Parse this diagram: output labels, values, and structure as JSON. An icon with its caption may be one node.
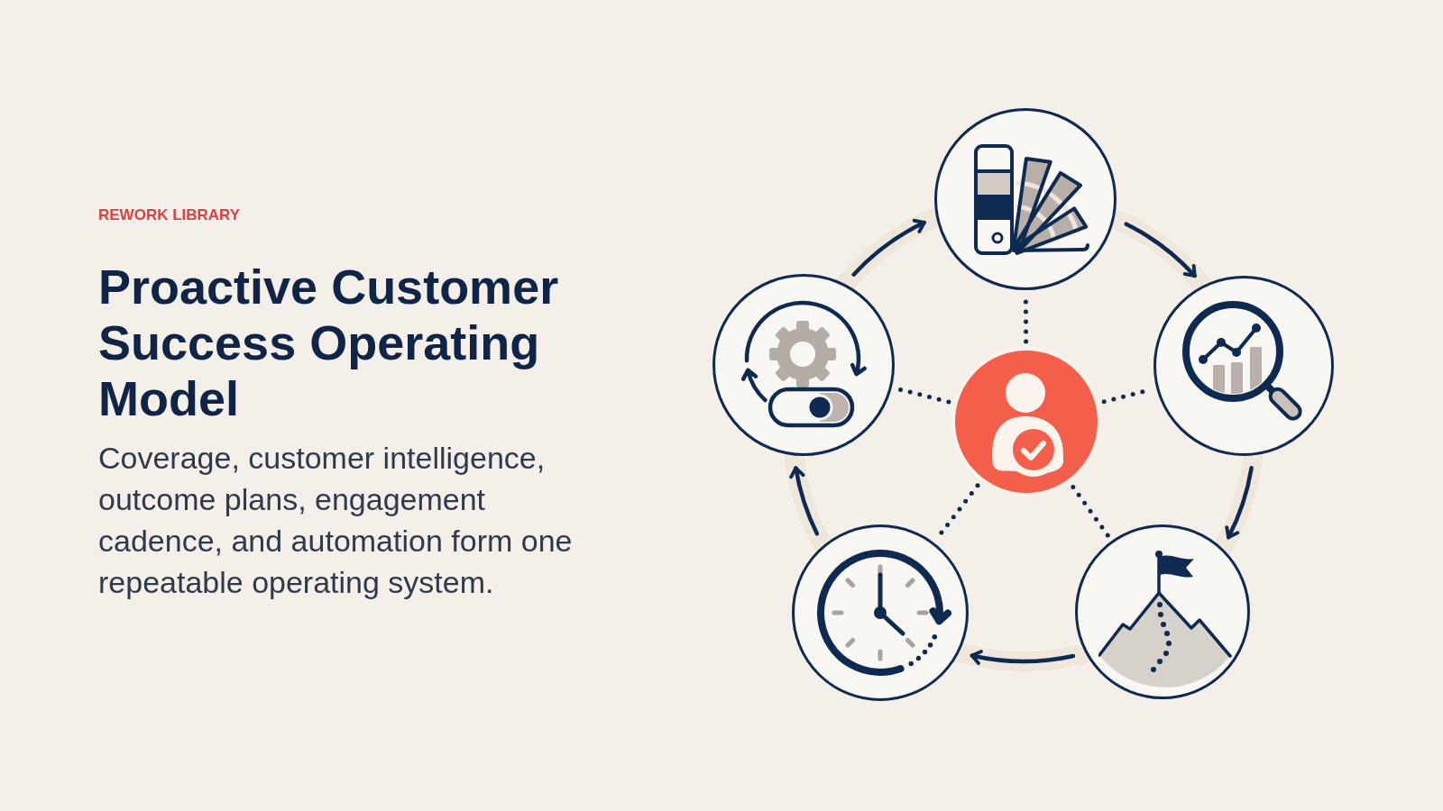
{
  "diagram": {
    "title": "Proactive Customer Success Operating Model",
    "nodes": [
      {
        "text": [],
        "shape": "circle"
      },
      {
        "text": [],
        "shape": "circle"
      },
      {
        "text": [],
        "shape": "circle"
      },
      {
        "text": [],
        "shape": "circle"
      },
      {
        "text": [],
        "shape": "circle"
      },
      {
        "text": [],
        "shape": "circle"
      }
    ],
    "edges": [
      {
        "from": 0,
        "to": 2,
        "arrow": "to"
      },
      {
        "from": 2,
        "to": 5,
        "arrow": "to"
      },
      {
        "from": 5,
        "to": 4,
        "arrow": "to"
      },
      {
        "from": 4,
        "to": 1,
        "arrow": "to"
      },
      {
        "from": 1,
        "to": 0,
        "arrow": "to"
      },
      {
        "from": 3,
        "to": 0,
        "arrow": "none",
        "style": "dashed"
      },
      {
        "from": 3,
        "to": 1,
        "arrow": "none",
        "style": "dashed"
      },
      {
        "from": 3,
        "to": 2,
        "arrow": "none",
        "style": "dashed"
      },
      {
        "from": 3,
        "to": 4,
        "arrow": "none",
        "style": "dashed"
      },
      {
        "from": 3,
        "to": 5,
        "arrow": "none",
        "style": "dashed"
      }
    ],
    "labels": [
      "REWORK LIBRARY",
      "Coverage, customer intelligence, outcome plans, engagement cadence, and automation form one repeatable operating system."
    ]
  }
}
